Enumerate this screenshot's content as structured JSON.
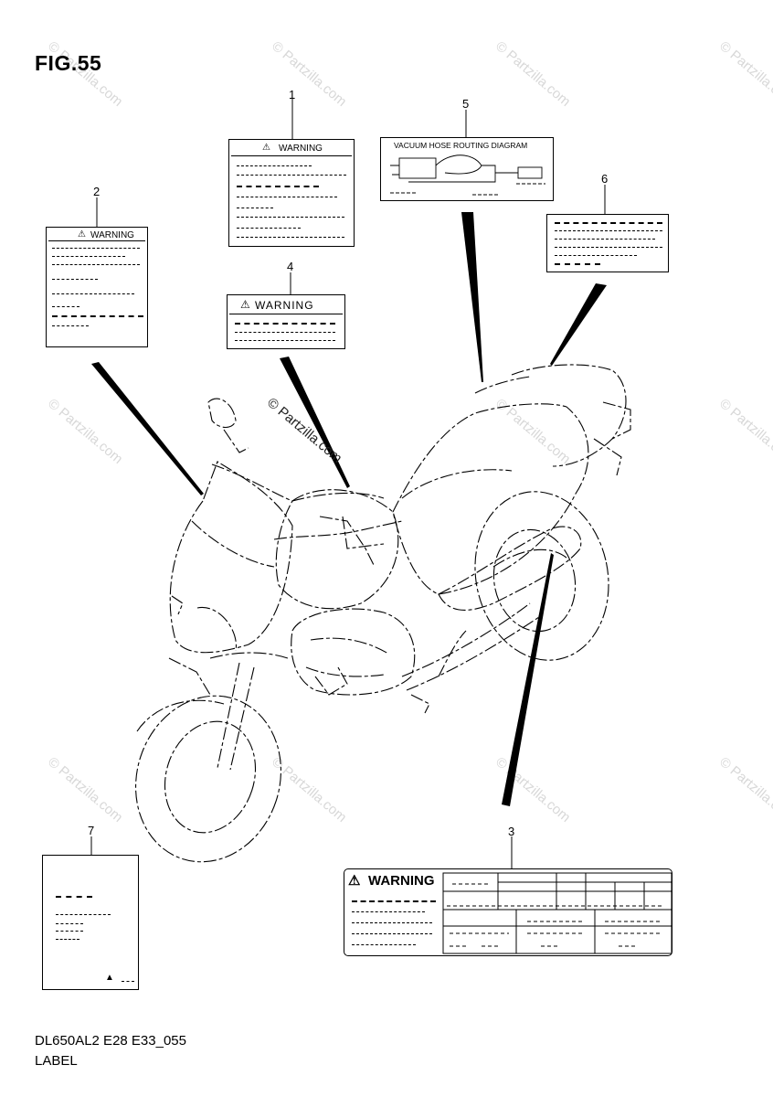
{
  "figure": {
    "title": "FIG.55",
    "footer_code": "DL650AL2 E28 E33_055",
    "footer_name": "LABEL"
  },
  "watermark": {
    "text": "© Partzilla.com"
  },
  "callouts": [
    "1",
    "2",
    "3",
    "4",
    "5",
    "6",
    "7"
  ],
  "labels": {
    "label1": {
      "heading": "WARNING"
    },
    "label2": {
      "heading": "WARNING"
    },
    "label3": {
      "heading": "WARNING"
    },
    "label4": {
      "heading": "WARNING"
    },
    "label5": {
      "heading": "VACUUM HOSE ROUTING DIAGRAM"
    }
  },
  "icons": {
    "warning": "warning-triangle-icon",
    "vehicle": "motorcycle-line-drawing"
  }
}
